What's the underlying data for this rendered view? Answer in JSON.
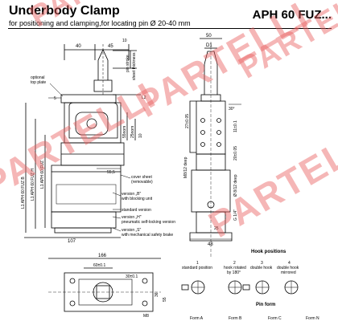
{
  "header": {
    "title": "Underbody Clamp",
    "model": "APH 60 FUZ...",
    "subtitle": "for positioning and clamping,for locating pin Ø 20-40 mm"
  },
  "side_view": {
    "dim_top_left": "40",
    "dim_top_right": "45",
    "dim_10": "10",
    "dim_5": "5",
    "dim_55": "55,5",
    "dim_107": "107",
    "dim_55nom": "55nom",
    "dim_25": "25nom",
    "dim_10b": "10",
    "label_pin_stroke": "pin stroke",
    "label_sheet_thickness": "sheet thickness",
    "label_l1": "L",
    "label_l2": "L2",
    "callout_top_plate": "optional\ntop plate",
    "callout_cover_sheet": "cover sheet\n(removable)",
    "callout_blocking": "version „B\"\nwith blocking unit",
    "callout_standard": "standard version",
    "callout_h": "version „H\"\npneumatic self-locking version",
    "callout_s": "version „S\"\nwith mechanical safety brake",
    "vertical_l1_b": "L1  APH 60 FUZ B",
    "vertical_l1_h": "L1  APH 60 FUZ H",
    "vertical_l1": "L1  APH 60 FUZ"
  },
  "front_view": {
    "dim_50": "50",
    "dim_d1": "D1",
    "dim_30": "30°",
    "dim_27": "27±0.05",
    "dim_11": "11±0.1",
    "dim_20": "20±0.05",
    "dim_m8": "M8/12 deep",
    "dim_dia8": "Ø 8/12 deep",
    "dim_g14": "G 1/4\"",
    "dim_48": "48",
    "dim_25b": "25"
  },
  "top_view": {
    "dim_166": "166",
    "dim_60": "60±0.1",
    "dim_30": "30±0.1",
    "dim_m8": "M8",
    "dim_55": "55",
    "dim_36": "36"
  },
  "hook_positions": {
    "heading": "Hook positions",
    "items": [
      {
        "num": "1",
        "label": "standard position"
      },
      {
        "num": "2",
        "label": "hook rotated\nby 180°"
      },
      {
        "num": "3",
        "label": "double hook"
      },
      {
        "num": "4",
        "label": "double hook\nmirrored"
      }
    ]
  },
  "pin_form": {
    "heading": "Pin form",
    "items": [
      "Form A",
      "Form B",
      "Form C",
      "Form N"
    ]
  },
  "watermark": "PARTELLI",
  "colors": {
    "watermark": "#e85e5e",
    "line": "#000000"
  }
}
